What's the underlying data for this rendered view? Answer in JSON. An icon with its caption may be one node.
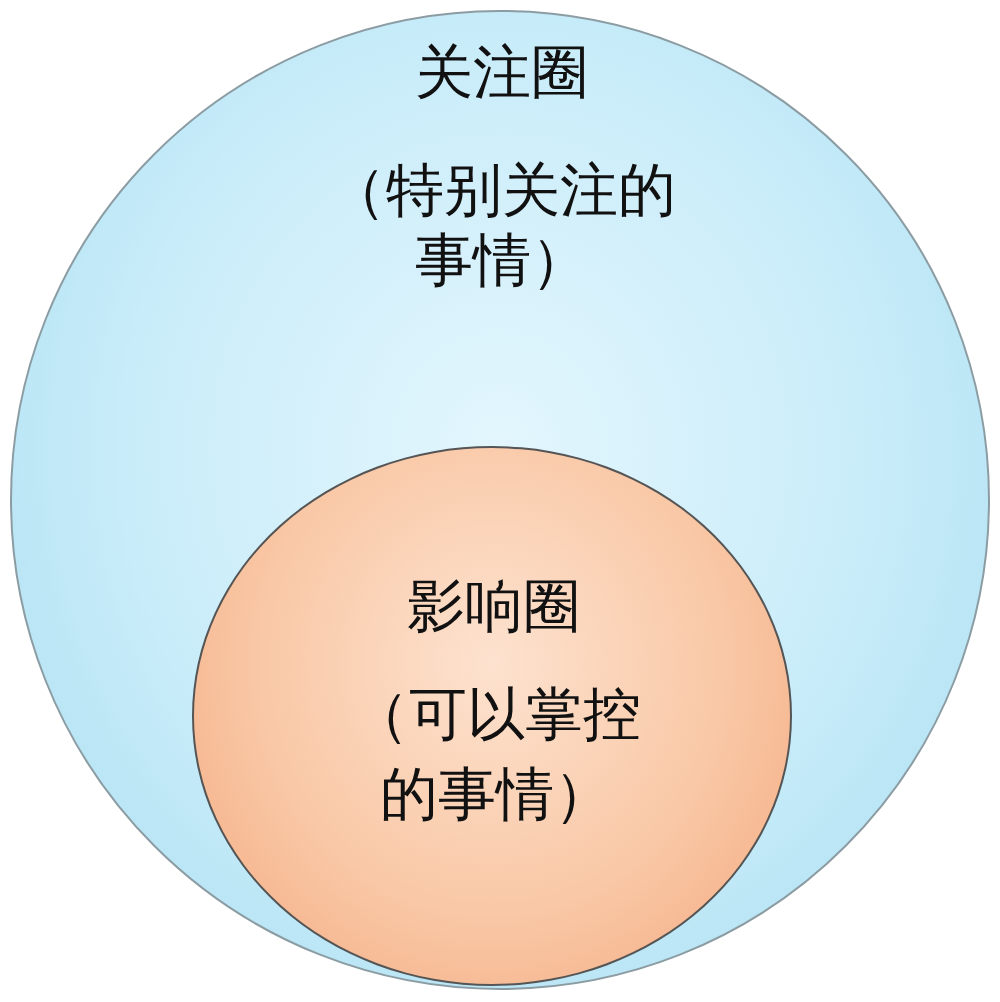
{
  "diagram": {
    "nodes": [
      {
        "text": [
          "关注圈",
          "（特别关注的事情）"
        ]
      },
      {
        "text": [
          "影响圈",
          "（可以掌控的事情）"
        ],
        "in": 0
      }
    ]
  }
}
